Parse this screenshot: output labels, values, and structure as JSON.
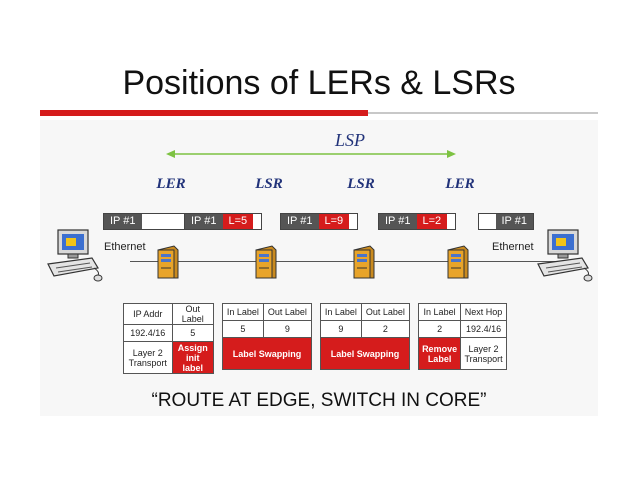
{
  "slide": {
    "title": "Positions of LERs & LSRs"
  },
  "colors": {
    "accent_red": "#d51c1c",
    "label_blue": "#22337a",
    "arrow_green": "#7dc242",
    "packet_grey": "#555555"
  },
  "lsp_label": "LSP",
  "nodes": [
    "LER",
    "LSR",
    "LSR",
    "LER"
  ],
  "packets": [
    {
      "ip": "IP #1",
      "label": ""
    },
    {
      "ip": "IP #1",
      "label": "L=5"
    },
    {
      "ip": "IP #1",
      "label": "L=9"
    },
    {
      "ip": "IP #1",
      "label": "L=2"
    },
    {
      "ip": "IP #1",
      "label": ""
    }
  ],
  "ethernet_left": "Ethernet",
  "ethernet_right": "Ethernet",
  "icons": [
    "workstation-icon",
    "router-tower-icon"
  ],
  "tables": [
    {
      "headers": [
        "IP Addr",
        "Out Label"
      ],
      "values": [
        "192.4/16",
        "5"
      ],
      "action_left": "Layer 2 Transport",
      "action_right": "Assign init label"
    },
    {
      "headers": [
        "In Label",
        "Out Label"
      ],
      "values": [
        "5",
        "9"
      ],
      "action": "Label Swapping"
    },
    {
      "headers": [
        "In Label",
        "Out Label"
      ],
      "values": [
        "9",
        "2"
      ],
      "action": "Label Swapping"
    },
    {
      "headers": [
        "In Label",
        "Next Hop"
      ],
      "values": [
        "2",
        "192.4/16"
      ],
      "action_left": "Remove Label",
      "action_right": "Layer 2 Transport"
    }
  ],
  "caption": "“ROUTE AT EDGE, SWITCH IN CORE”"
}
